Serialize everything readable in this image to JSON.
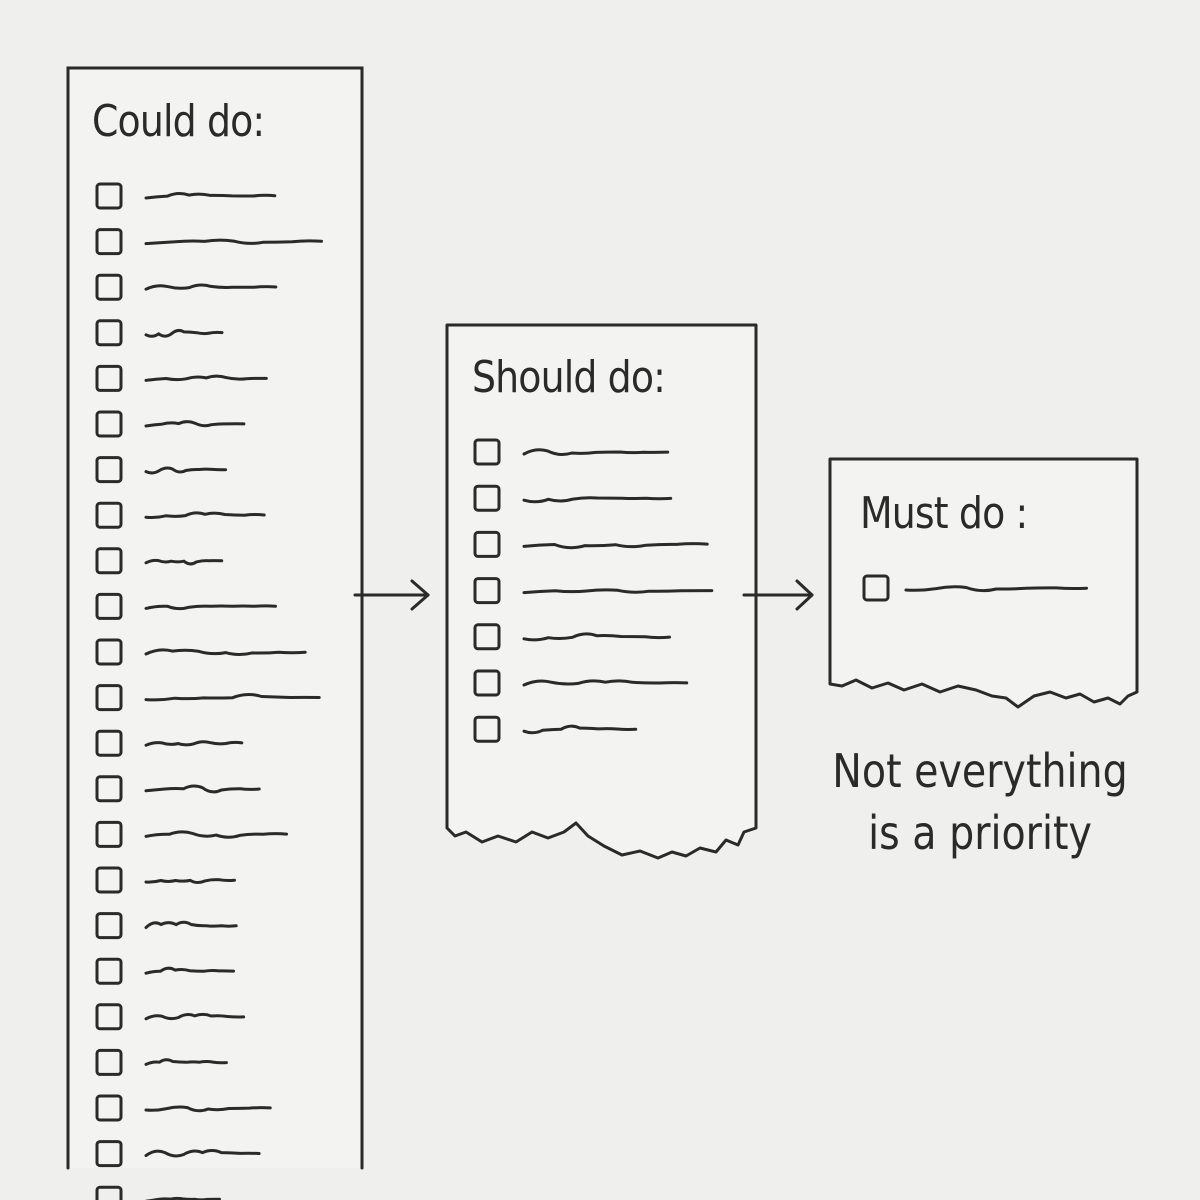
{
  "lists": [
    {
      "title": "Could do:",
      "item_count": 23
    },
    {
      "title": "Should do:",
      "item_count": 7
    },
    {
      "title": "Must do :",
      "item_count": 1
    }
  ],
  "caption": {
    "line1": "Not everything",
    "line2": "is a priority"
  },
  "colors": {
    "ink": "#2a2a2a",
    "paper": "#efefee",
    "sheet": "#f3f3f2"
  }
}
